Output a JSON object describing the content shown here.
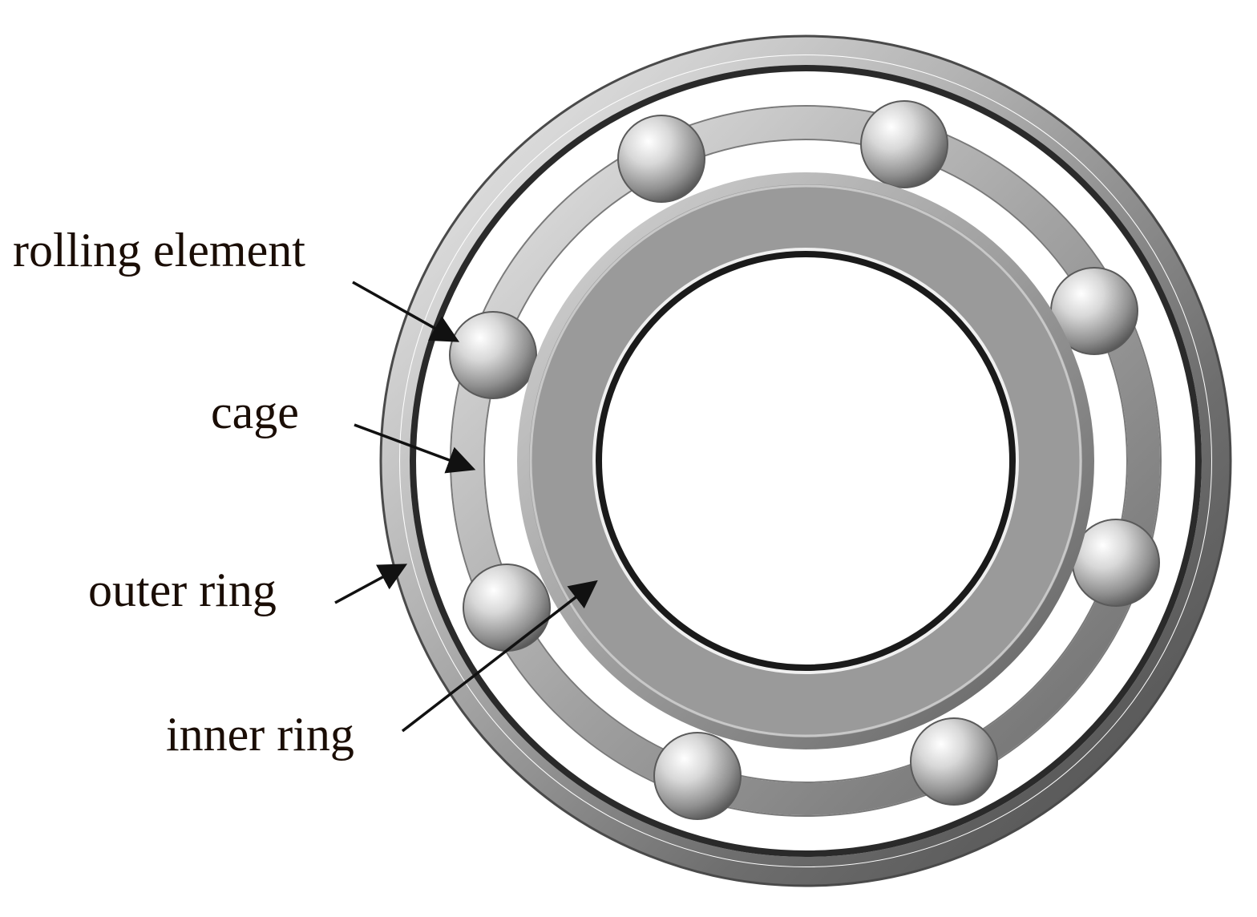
{
  "labels": {
    "rolling_element": "rolling element",
    "cage": "cage",
    "outer_ring": "outer ring",
    "inner_ring": "inner ring"
  },
  "colors": {
    "label_text": "#1a0d05",
    "arrow": "#111111",
    "ring_dark": "#3a3a3a",
    "ring_mid": "#8c8c8c",
    "ring_light": "#d9d9d9",
    "inner_face": "#9a9a9a",
    "background": "#ffffff"
  }
}
